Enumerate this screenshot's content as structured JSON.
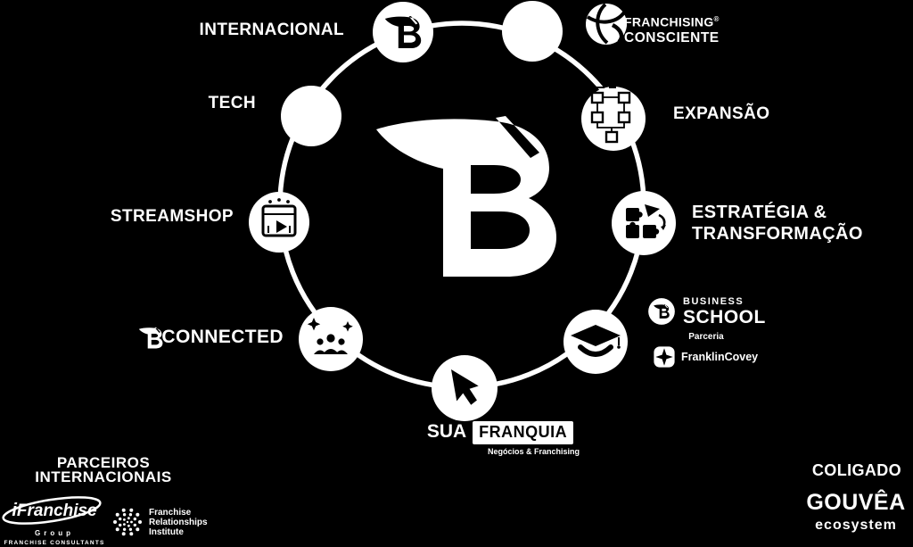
{
  "colors": {
    "background": "#000000",
    "foreground": "#ffffff"
  },
  "center_logo": {
    "name": "tb-monogram"
  },
  "nodes": {
    "internacional": {
      "label": "INTERNACIONAL",
      "icon": "tb-monogram-icon"
    },
    "tech": {
      "label": "TECH",
      "icon": "solid-circle"
    },
    "streamshop": {
      "label": "STREAMSHOP",
      "icon": "video-player-icon"
    },
    "bconnected": {
      "logo_prefix": "B",
      "label": "CONNECTED",
      "icon": "people-sparkles-icon"
    },
    "franchising_consciente": {
      "line1": "FRANCHISING",
      "registered": "®",
      "line2": "CONSCIENTE",
      "icon": "leaf-sphere-icon"
    },
    "expansao": {
      "label": "EXPANSÃO",
      "icon": "org-chart-icon"
    },
    "estrategia": {
      "line1": "ESTRATÉGIA &",
      "line2": "TRANSFORMAÇÃO",
      "icon": "puzzle-icon"
    },
    "business_school": {
      "word_top": "BUSINESS",
      "word_bottom": "SCHOOL",
      "partnership_label": "Parceria",
      "partner_name": "FranklinCovey",
      "icon": "graduation-cap-icon"
    },
    "sua_franquia": {
      "word": "SUA",
      "boxed_word": "FRANQUIA",
      "tagline": "Negócios & Franchising",
      "icon": "cursor-icon"
    }
  },
  "footer_left": {
    "heading_line1": "PARCEIROS",
    "heading_line2": "INTERNACIONAIS",
    "ifranchise": {
      "i": "i",
      "name": "Franchise",
      "group": "Group",
      "tagline": "FRANCHISE CONSULTANTS"
    },
    "fri": {
      "line1": "Franchise",
      "line2": "Relationships",
      "line3": "Institute"
    }
  },
  "footer_right": {
    "heading": "COLIGADO",
    "brand": "GOUVÊA",
    "brand_sub": "ecosystem"
  }
}
